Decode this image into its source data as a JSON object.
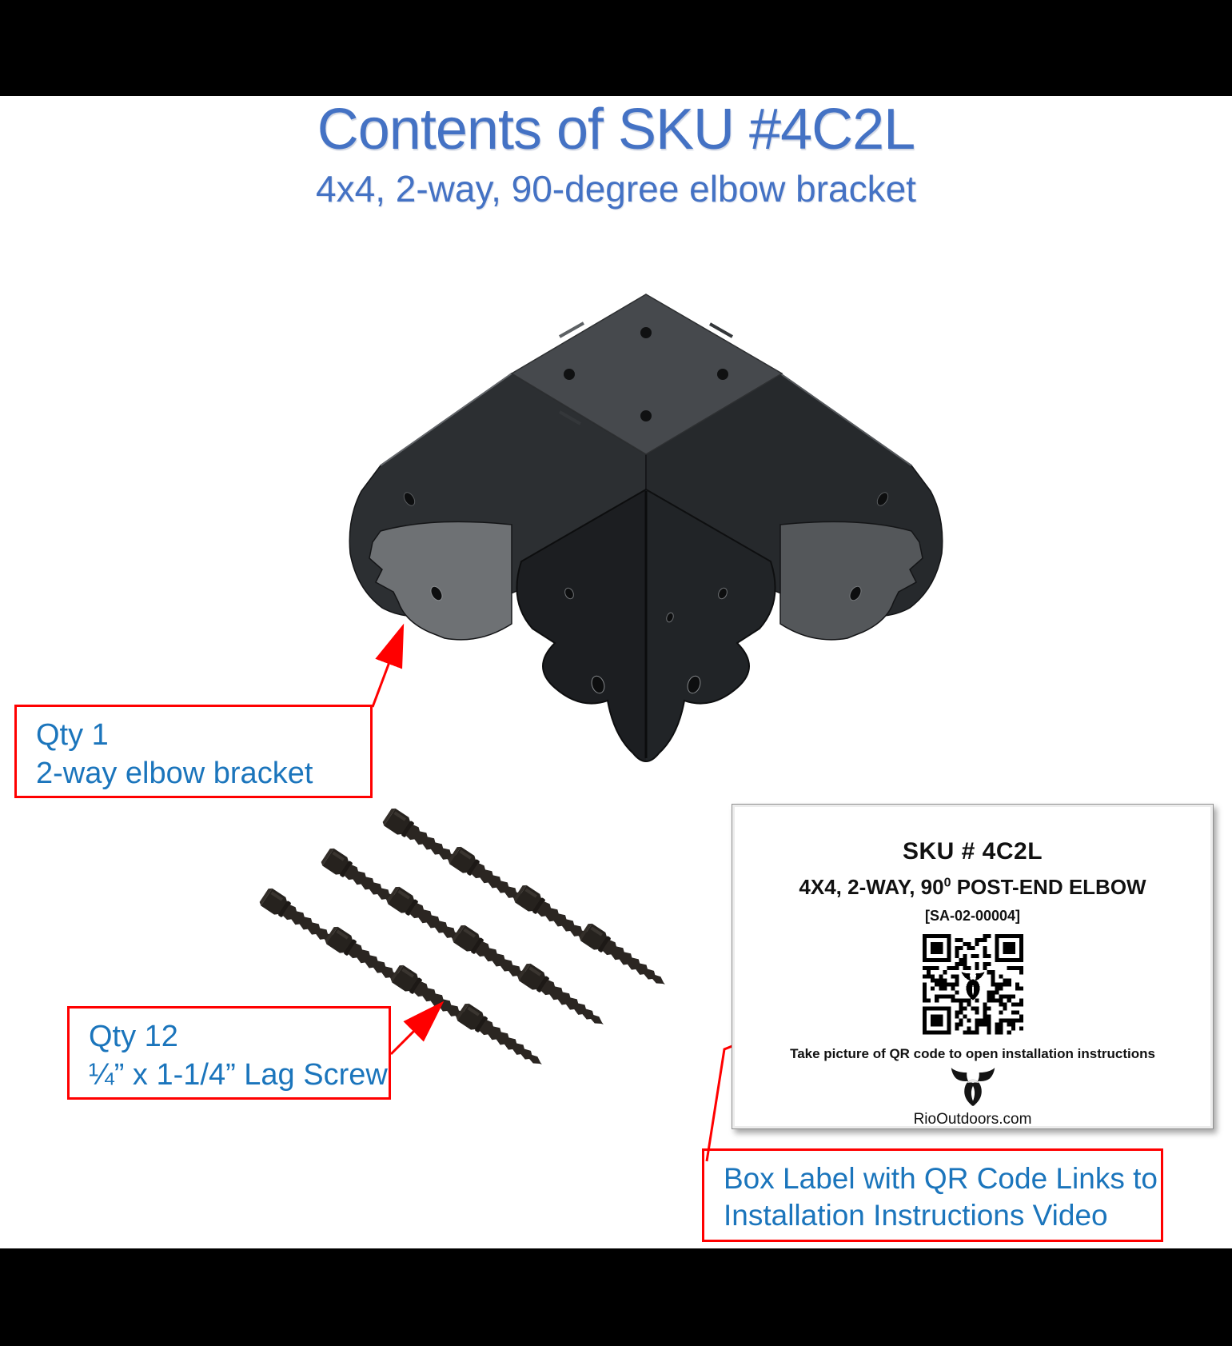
{
  "page": {
    "background": "#ffffff",
    "letterbox_color": "#000000"
  },
  "title": {
    "text": "Contents of SKU #4C2L",
    "subtitle": "4x4, 2-way, 90-degree elbow bracket",
    "color": "#4472C4"
  },
  "callouts": {
    "accent_color": "#FF0000",
    "text_color": "#1B75BC",
    "bracket": {
      "line1": "Qty 1",
      "line2": "2-way elbow bracket"
    },
    "screws": {
      "line1": "Qty 12",
      "line2": "¼” x 1-1/4” Lag Screw"
    },
    "label": {
      "line1": "Box Label with QR Code Links to",
      "line2": "Installation Instructions Video"
    }
  },
  "box_label": {
    "sku_title": "SKU # 4C2L",
    "subtitle_prefix": "4X4, 2-WAY, 90",
    "subtitle_sup": "0",
    "subtitle_suffix": " POST-END ELBOW",
    "part_number": "[SA-02-00004]",
    "qr_caption": "Take picture of QR code to open installation instructions",
    "brand": "RioOutdoors.com"
  },
  "illustration": {
    "bracket_description": "4x4 2-way 90-degree post-end elbow bracket, black steel, isometric view",
    "screw_count": 12,
    "colors": {
      "bracket_top": "#46494d",
      "bracket_dark": "#212427",
      "bracket_side": "#2c2f32",
      "bracket_wing_light": "#6e7174",
      "screw_body": "#2b2622"
    }
  }
}
